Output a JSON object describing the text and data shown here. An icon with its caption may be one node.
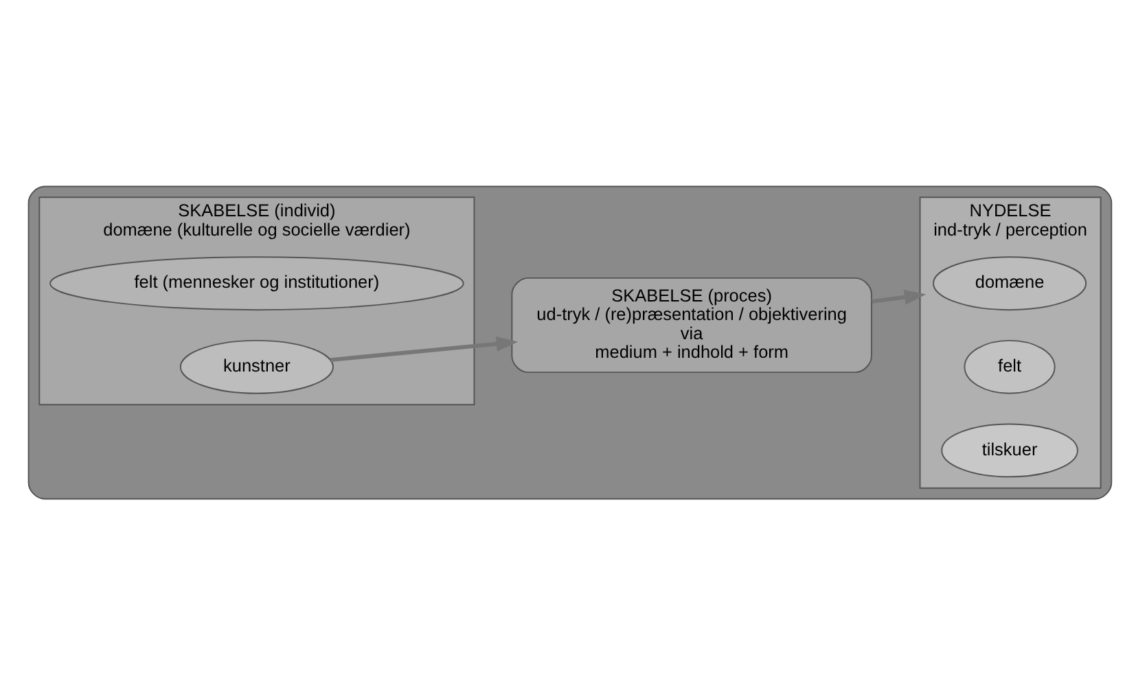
{
  "diagram": {
    "nodes": [
      {
        "text": [],
        "shape": "box"
      },
      {
        "text": [
          "SKABELSE (individ)",
          "domæne (kulturelle og socielle værdier)"
        ],
        "in": 0
      },
      {
        "text": [
          "felt (mennesker og institutioner)"
        ],
        "in": 1
      },
      {
        "text": [
          "kunstner"
        ],
        "in": 1
      },
      {
        "text": [
          "SKABELSE (proces)",
          "ud-tryk / (re)præsentation / objektivering",
          "via",
          "medium + indhold + form"
        ],
        "in": 0
      },
      {
        "text": [
          "NYDELSE",
          "ind-tryk / perception"
        ],
        "in": 0
      },
      {
        "text": [
          "domæne"
        ],
        "in": 5
      },
      {
        "text": [
          "felt"
        ],
        "in": 5
      },
      {
        "text": [
          "tilskuer"
        ],
        "in": 5
      }
    ],
    "edges": [
      {
        "from": 3,
        "to": 4,
        "arrow": "to"
      },
      {
        "from": 4,
        "to": 5,
        "arrow": "to"
      }
    ]
  }
}
